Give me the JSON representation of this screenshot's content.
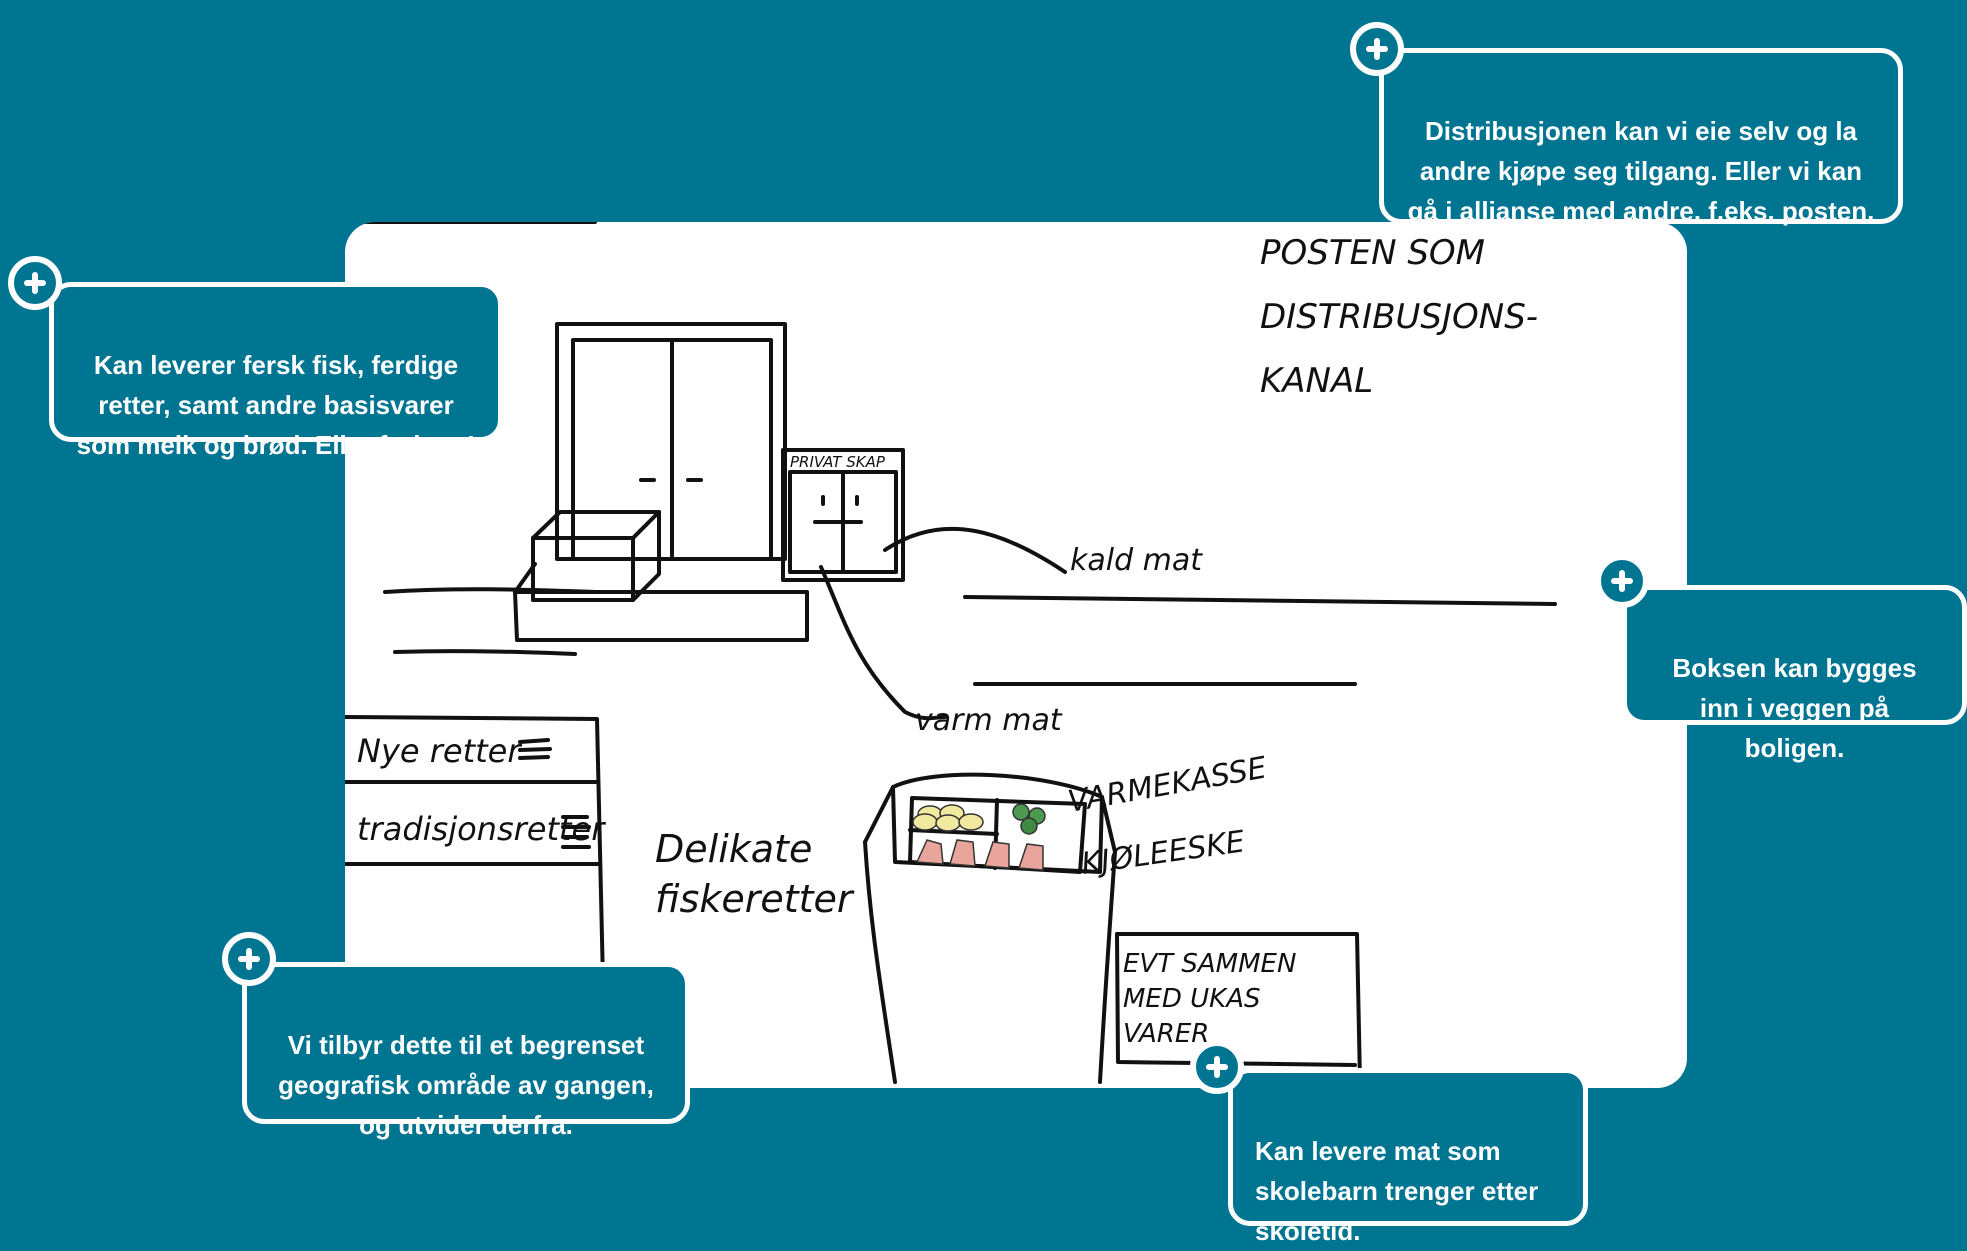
{
  "callouts": {
    "distribution": "Distribusjonen kan vi eie selv og la\nandre kjøpe seg tilgang. Eller vi kan\ngå i allianse med andre, f.eks. posten.",
    "fresh_fish": "Kan leverer fersk fisk, ferdige\nretter, samt andre basisvarer\nsom melk og brød. Eller frokost!",
    "wall_box": "Boksen kan bygges\ninn i veggen på boligen.",
    "limited_area": "Vi tilbyr dette til et begrenset\ngeografisk område av gangen,\nog utvider derfra.",
    "school_kids": "Kan levere mat som\nskolebarn trenger etter\nskoletid."
  },
  "sketch": {
    "title_lines": [
      "POSTEN SOM",
      "DISTRIBUSJONS-",
      "KANAL"
    ],
    "private_cabinet_label": "PRIVAT SKAP",
    "cold_food": "kald mat",
    "warm_food": "varm mat",
    "box_types": [
      "VARMEKASSE",
      "KJØLEESKE"
    ],
    "fish_dishes": [
      "Delikate",
      "fiskeretter"
    ],
    "menu_items": [
      "Nye retter",
      "tradisjonsretter"
    ],
    "weekly_note": [
      "EVT SAMMEN",
      "MED UKAS",
      "VARER"
    ]
  },
  "icons": {
    "expand": "plus-circle-icon"
  },
  "colors": {
    "background": "#007592",
    "callout_border": "#ffffff",
    "sketch_paper": "#ffffff"
  }
}
